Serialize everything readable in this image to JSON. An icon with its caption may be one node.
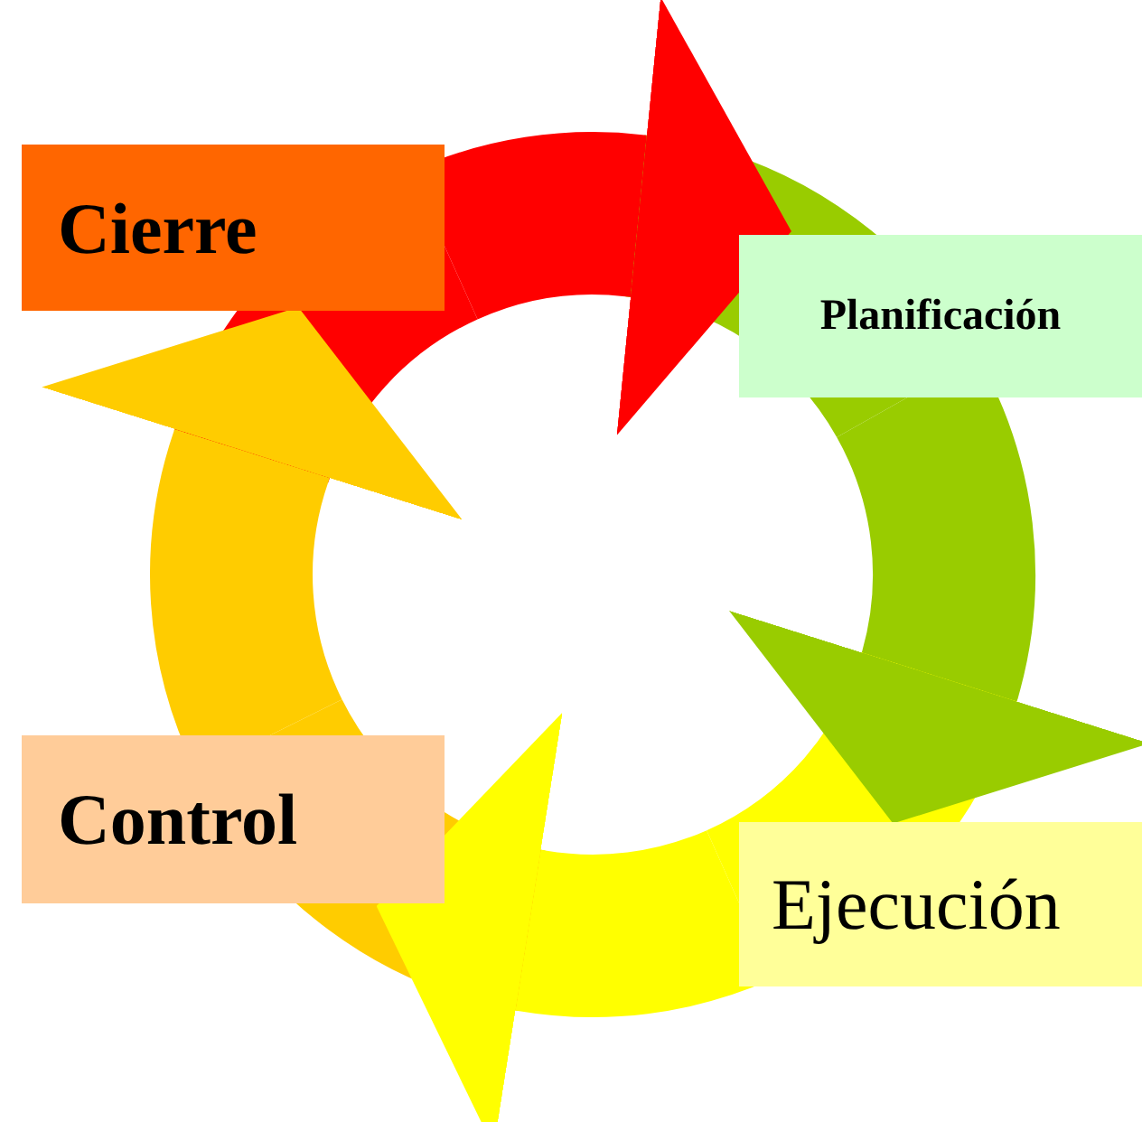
{
  "diagram": {
    "nodes": [
      {
        "text": [
          "Cierre"
        ]
      },
      {
        "text": [
          "Planificación"
        ]
      },
      {
        "text": [
          "Ejecución"
        ]
      },
      {
        "text": [
          "Control"
        ]
      }
    ],
    "edges": [
      {
        "from": 0,
        "to": 1,
        "arrow": "to",
        "color": "#ff0000"
      },
      {
        "from": 1,
        "to": 2,
        "arrow": "to",
        "color": "#99cc00"
      },
      {
        "from": 2,
        "to": 3,
        "arrow": "to",
        "color": "#ffff00"
      },
      {
        "from": 3,
        "to": 0,
        "arrow": "to",
        "color": "#ffcc00"
      }
    ]
  }
}
